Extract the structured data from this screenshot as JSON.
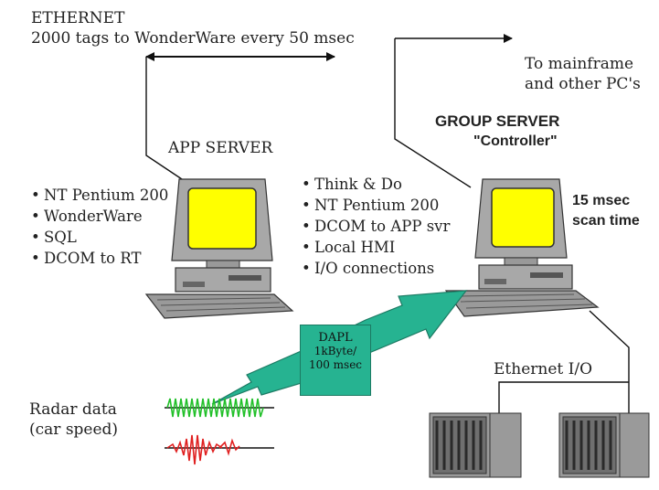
{
  "ethernet": {
    "title": "ETHERNET",
    "subtitle": "2000 tags to WonderWare every 50 msec"
  },
  "mainframe": {
    "line1": "To mainframe",
    "line2": "and other PC's"
  },
  "app_server": {
    "label": "APP SERVER",
    "bullets": [
      "NT Pentium 200",
      "WonderWare",
      "SQL",
      "DCOM to RT"
    ]
  },
  "group_server": {
    "label": "GROUP SERVER",
    "sublabel": "\"Controller\"",
    "scan_line1": "15 msec",
    "scan_line2": "scan time",
    "bullets": [
      "Think & Do",
      "NT Pentium 200",
      "DCOM to APP svr",
      "Local HMI",
      "I/O connections"
    ]
  },
  "dapl": {
    "line1": "DAPL",
    "line2": "1kByte/",
    "line3": "100 msec"
  },
  "ethernet_io": {
    "label": "Ethernet I/O"
  },
  "radar": {
    "line1": "Radar data",
    "line2": "(car speed)"
  },
  "colors": {
    "screen": "#ffff00",
    "computer": "#a8a8a8",
    "arrow": "#26b391",
    "wave_green": "#22c02a",
    "wave_red": "#e02020",
    "io_rack": "#9a9a9a"
  }
}
